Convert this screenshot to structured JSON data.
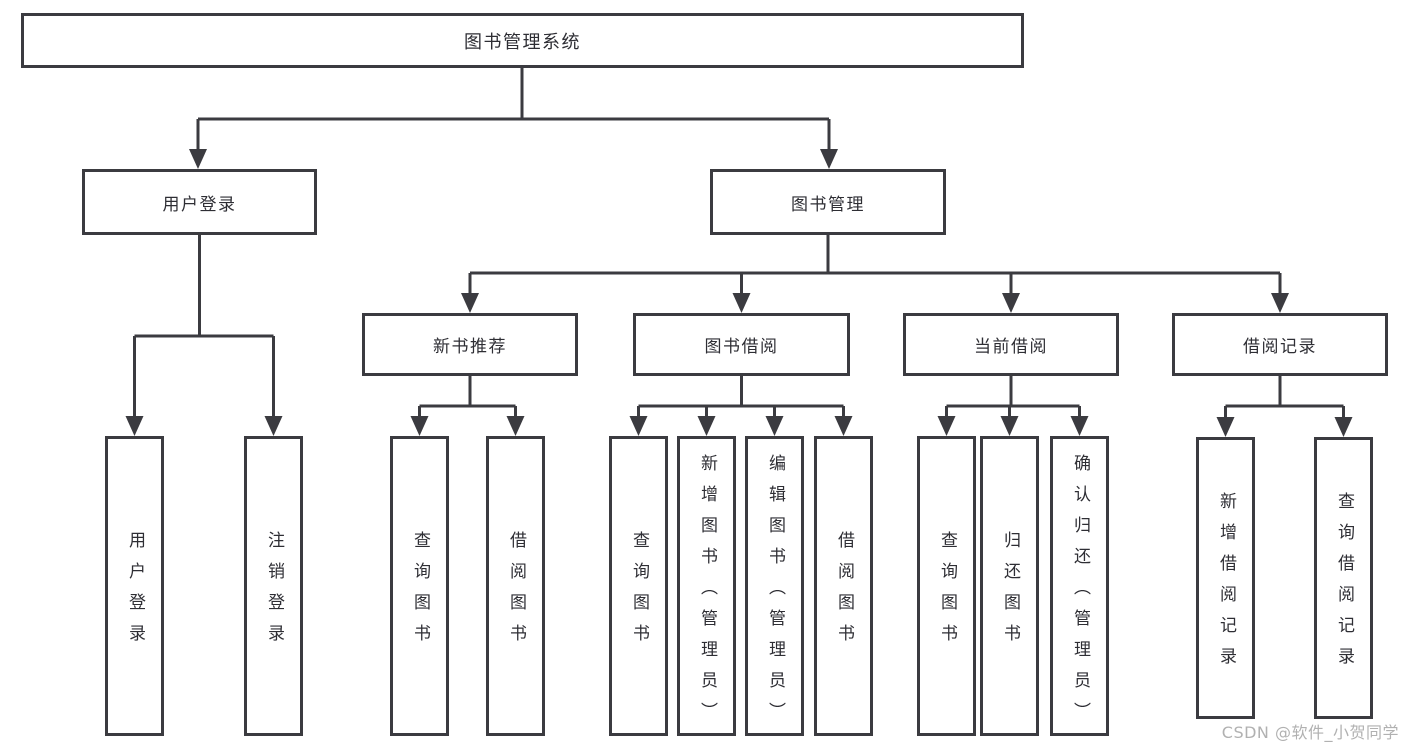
{
  "diagram": {
    "title": "图书管理系统",
    "level2": {
      "user_login": "用户登录",
      "book_mgmt": "图书管理"
    },
    "level3": {
      "new_book_rec": "新书推荐",
      "book_borrow": "图书借阅",
      "current_borrow": "当前借阅",
      "borrow_record": "借阅记录"
    },
    "leaves": {
      "user_login": "用户登录",
      "logout": "注销登录",
      "rec_query_books": "查询图书",
      "rec_borrow_books": "借阅图书",
      "bb_query_books": "查询图书",
      "bb_add_books": "新增图书（管理员）",
      "bb_edit_books": "编辑图书（管理员）",
      "bb_borrow_books": "借阅图书",
      "cb_query_books": "查询图书",
      "cb_return_books": "归还图书",
      "cb_confirm_return": "确认归还（管理员）",
      "br_add_record": "新增借阅记录",
      "br_query_record": "查询借阅记录"
    },
    "watermark": "CSDN @软件_小贺同学",
    "colors": {
      "line": "#3b3b40",
      "text": "#2e2e34",
      "watermark": "#b1b1b1",
      "background": "#ffffff"
    }
  }
}
